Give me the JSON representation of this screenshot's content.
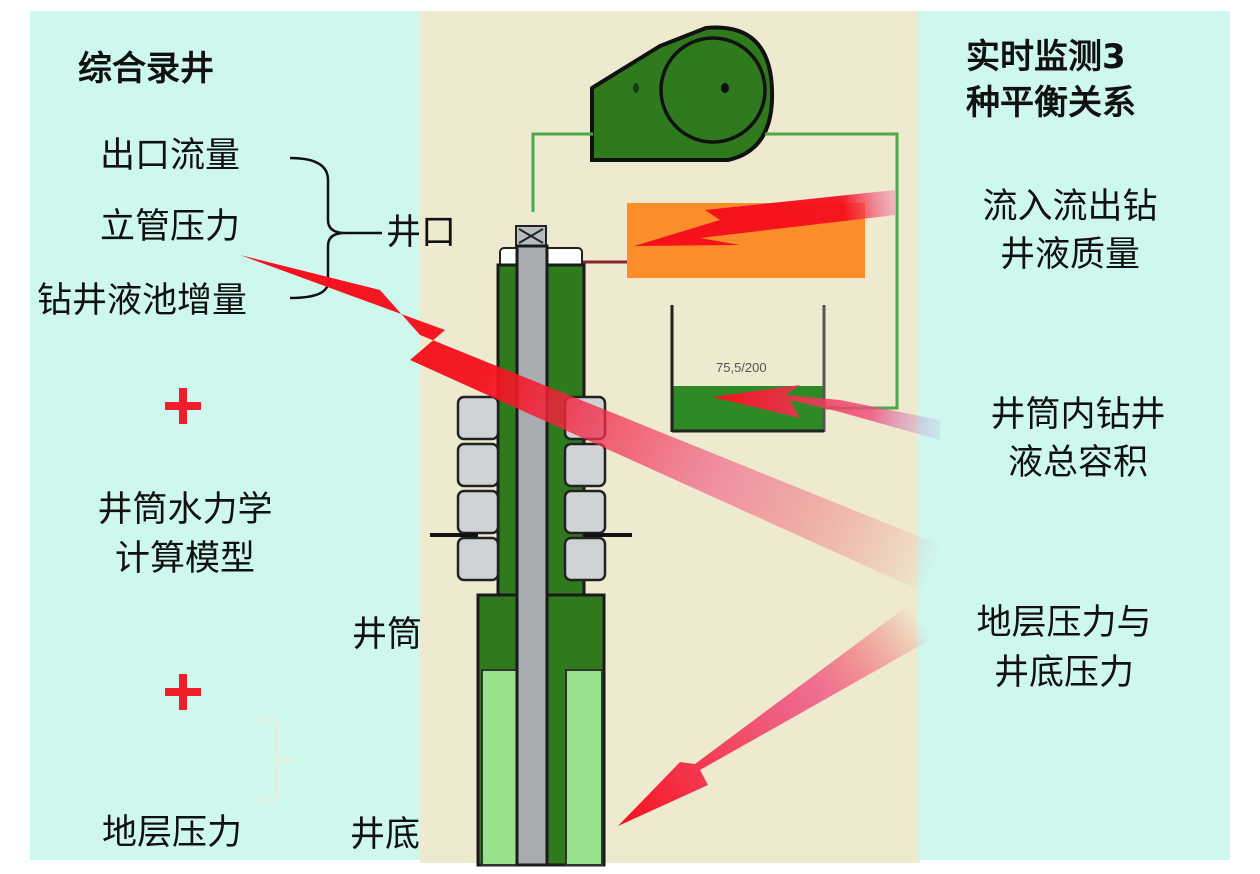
{
  "left": {
    "title": "综合录井",
    "items": [
      "出口流量",
      "立管压力",
      "钻井液池增量"
    ],
    "bracket_target": "井口",
    "model_label_line1": "井筒水力学",
    "model_label_line2": "计算模型",
    "plus_symbol": "+",
    "formation_pressure": "地层压力"
  },
  "well": {
    "wellbore_label": "井筒",
    "bottom_label": "井底",
    "tank_reading": "75,5/200"
  },
  "right": {
    "title_line1": "实时监测3",
    "title_line2": "种平衡关系",
    "relations": [
      {
        "line1": "流入流出钻",
        "line2": "井液质量"
      },
      {
        "line1": "井筒内钻井",
        "line2": "液总容积"
      },
      {
        "line1": "地层压力与",
        "line2": "井底压力"
      }
    ]
  },
  "colors": {
    "panel_bg": "#cef8ee",
    "diagram_bg": "#eeeacf",
    "equipment_green": "#2e7a1c",
    "light_green": "#98e28e",
    "pipe_gray": "#a9acb0",
    "orange": "#fb8d2a",
    "arrow_red": "#f5101c",
    "plus_red": "#f01d2a"
  }
}
